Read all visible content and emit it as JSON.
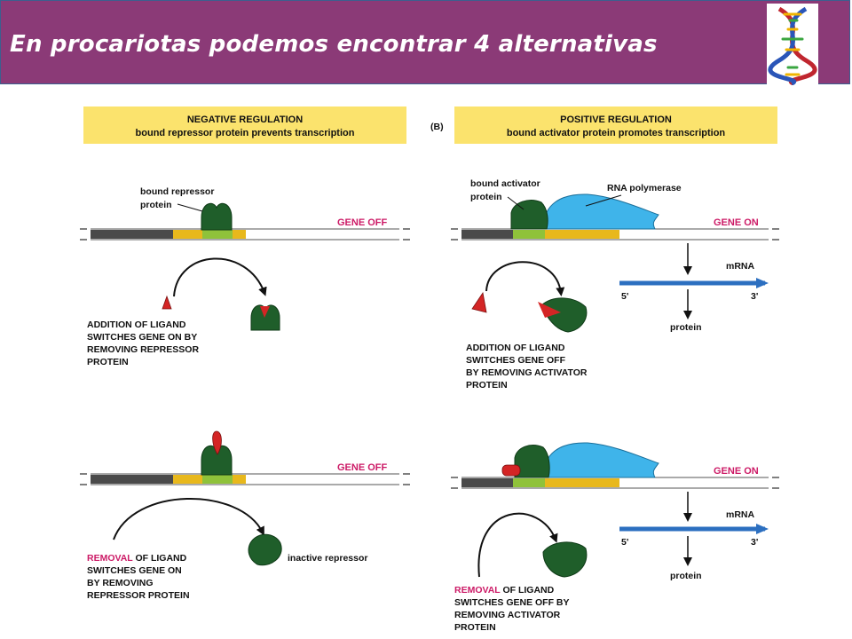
{
  "header": {
    "title": "En procariotas podemos encontrar 4 alternativas"
  },
  "colors": {
    "header_bg": "#8b3a77",
    "banner": "#fbe36d",
    "protein": "#1f5e2a",
    "polymerase": "#3fb4ea",
    "ligand": "#d42525",
    "operator": "#e8b81c",
    "operator_site": "#8fc23a",
    "gene_state": "#cc1a66",
    "mrna": "#2c6fc0"
  },
  "icons": {
    "logo": "dna-double-helix-icon"
  },
  "negative": {
    "banner": {
      "title": "NEGATIVE REGULATION",
      "subtitle": "bound repressor protein prevents transcription"
    },
    "top": {
      "repressor_label_1": "bound repressor",
      "repressor_label_2": "protein",
      "gene_state": "GENE OFF",
      "caption": [
        "ADDITION OF LIGAND",
        "SWITCHES GENE ON BY",
        "REMOVING REPRESSOR",
        "PROTEIN"
      ]
    },
    "bottom": {
      "gene_state": "GENE OFF",
      "caption_highlight": "REMOVAL",
      "caption_rest": " OF LIGAND",
      "caption": [
        "SWITCHES GENE ON",
        "BY REMOVING",
        "REPRESSOR PROTEIN"
      ],
      "inactive_label": "inactive repressor"
    }
  },
  "positive": {
    "panel_letter": "(B)",
    "banner": {
      "title": "POSITIVE REGULATION",
      "subtitle": "bound activator protein promotes transcription"
    },
    "top": {
      "activator_label_1": "bound activator",
      "activator_label_2": "protein",
      "polymerase_label": "RNA polymerase",
      "gene_state": "GENE ON",
      "mrna_label": "mRNA",
      "five_prime": "5'",
      "three_prime": "3'",
      "protein_label": "protein",
      "caption": [
        "ADDITION OF LIGAND",
        "SWITCHES GENE OFF",
        "BY REMOVING ACTIVATOR",
        "PROTEIN"
      ]
    },
    "bottom": {
      "gene_state": "GENE ON",
      "mrna_label": "mRNA",
      "five_prime": "5'",
      "three_prime": "3'",
      "protein_label": "protein",
      "caption_highlight": "REMOVAL",
      "caption_rest": " OF LIGAND",
      "caption": [
        "SWITCHES GENE OFF BY",
        "REMOVING ACTIVATOR",
        "PROTEIN"
      ]
    }
  }
}
